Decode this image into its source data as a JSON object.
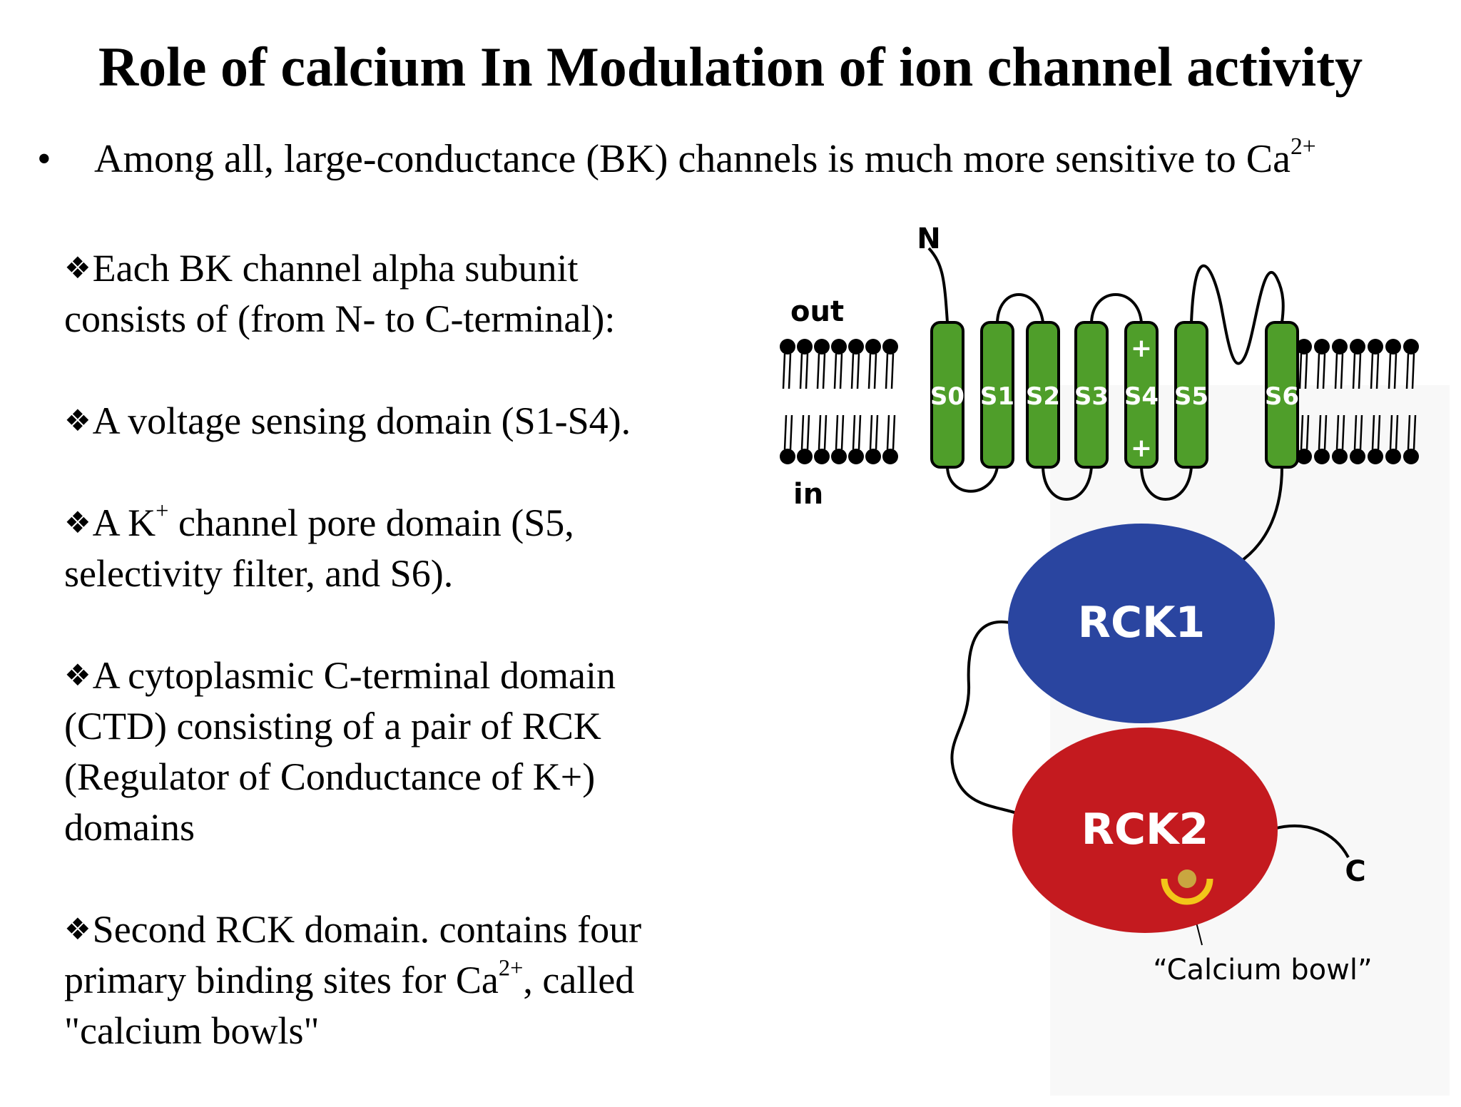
{
  "slide": {
    "title": "Role of calcium In Modulation of ion channel activity",
    "bullet": {
      "marker": "•",
      "text": "Among all, large-conductance (BK) channels is much more sensitive to Ca",
      "superscript": "2+"
    },
    "points": [
      {
        "marker": "❖",
        "lines": [
          "Each BK channel alpha subunit",
          "consists of (from N- to C-terminal):"
        ]
      },
      {
        "marker": "❖",
        "lines": [
          "A voltage sensing domain (S1-S4)."
        ]
      },
      {
        "marker": "❖",
        "line1_before": "A K",
        "line1_sup": "+",
        "line1_after": " channel pore domain (S5,",
        "line2": "selectivity filter, and S6)."
      },
      {
        "marker": "❖",
        "lines": [
          "A cytoplasmic C-terminal domain",
          "(CTD) consisting of a pair of RCK",
          "(Regulator of Conductance of K+)",
          "domains"
        ]
      },
      {
        "marker": "❖",
        "line1": "Second RCK domain. contains four",
        "line2_before": "primary binding sites for Ca",
        "line2_sup": "2+",
        "line2_after": ", called",
        "line3": "\"calcium bowls\""
      }
    ]
  },
  "diagram": {
    "n_terminal": "N",
    "c_terminal": "C",
    "out_label": "out",
    "in_label": "in",
    "segments": [
      "S0",
      "S1",
      "S2",
      "S3",
      "S4",
      "S5",
      "S6"
    ],
    "s4_charges": [
      "+",
      "+"
    ],
    "rck1": "RCK1",
    "rck2": "RCK2",
    "bowl_label": "“Calcium bowl”",
    "colors": {
      "segment": "#4f9e2a",
      "rck1": "#2a45a0",
      "rck2": "#c41a1f",
      "bowl": "#f2c619",
      "lipid": "#000000"
    }
  }
}
